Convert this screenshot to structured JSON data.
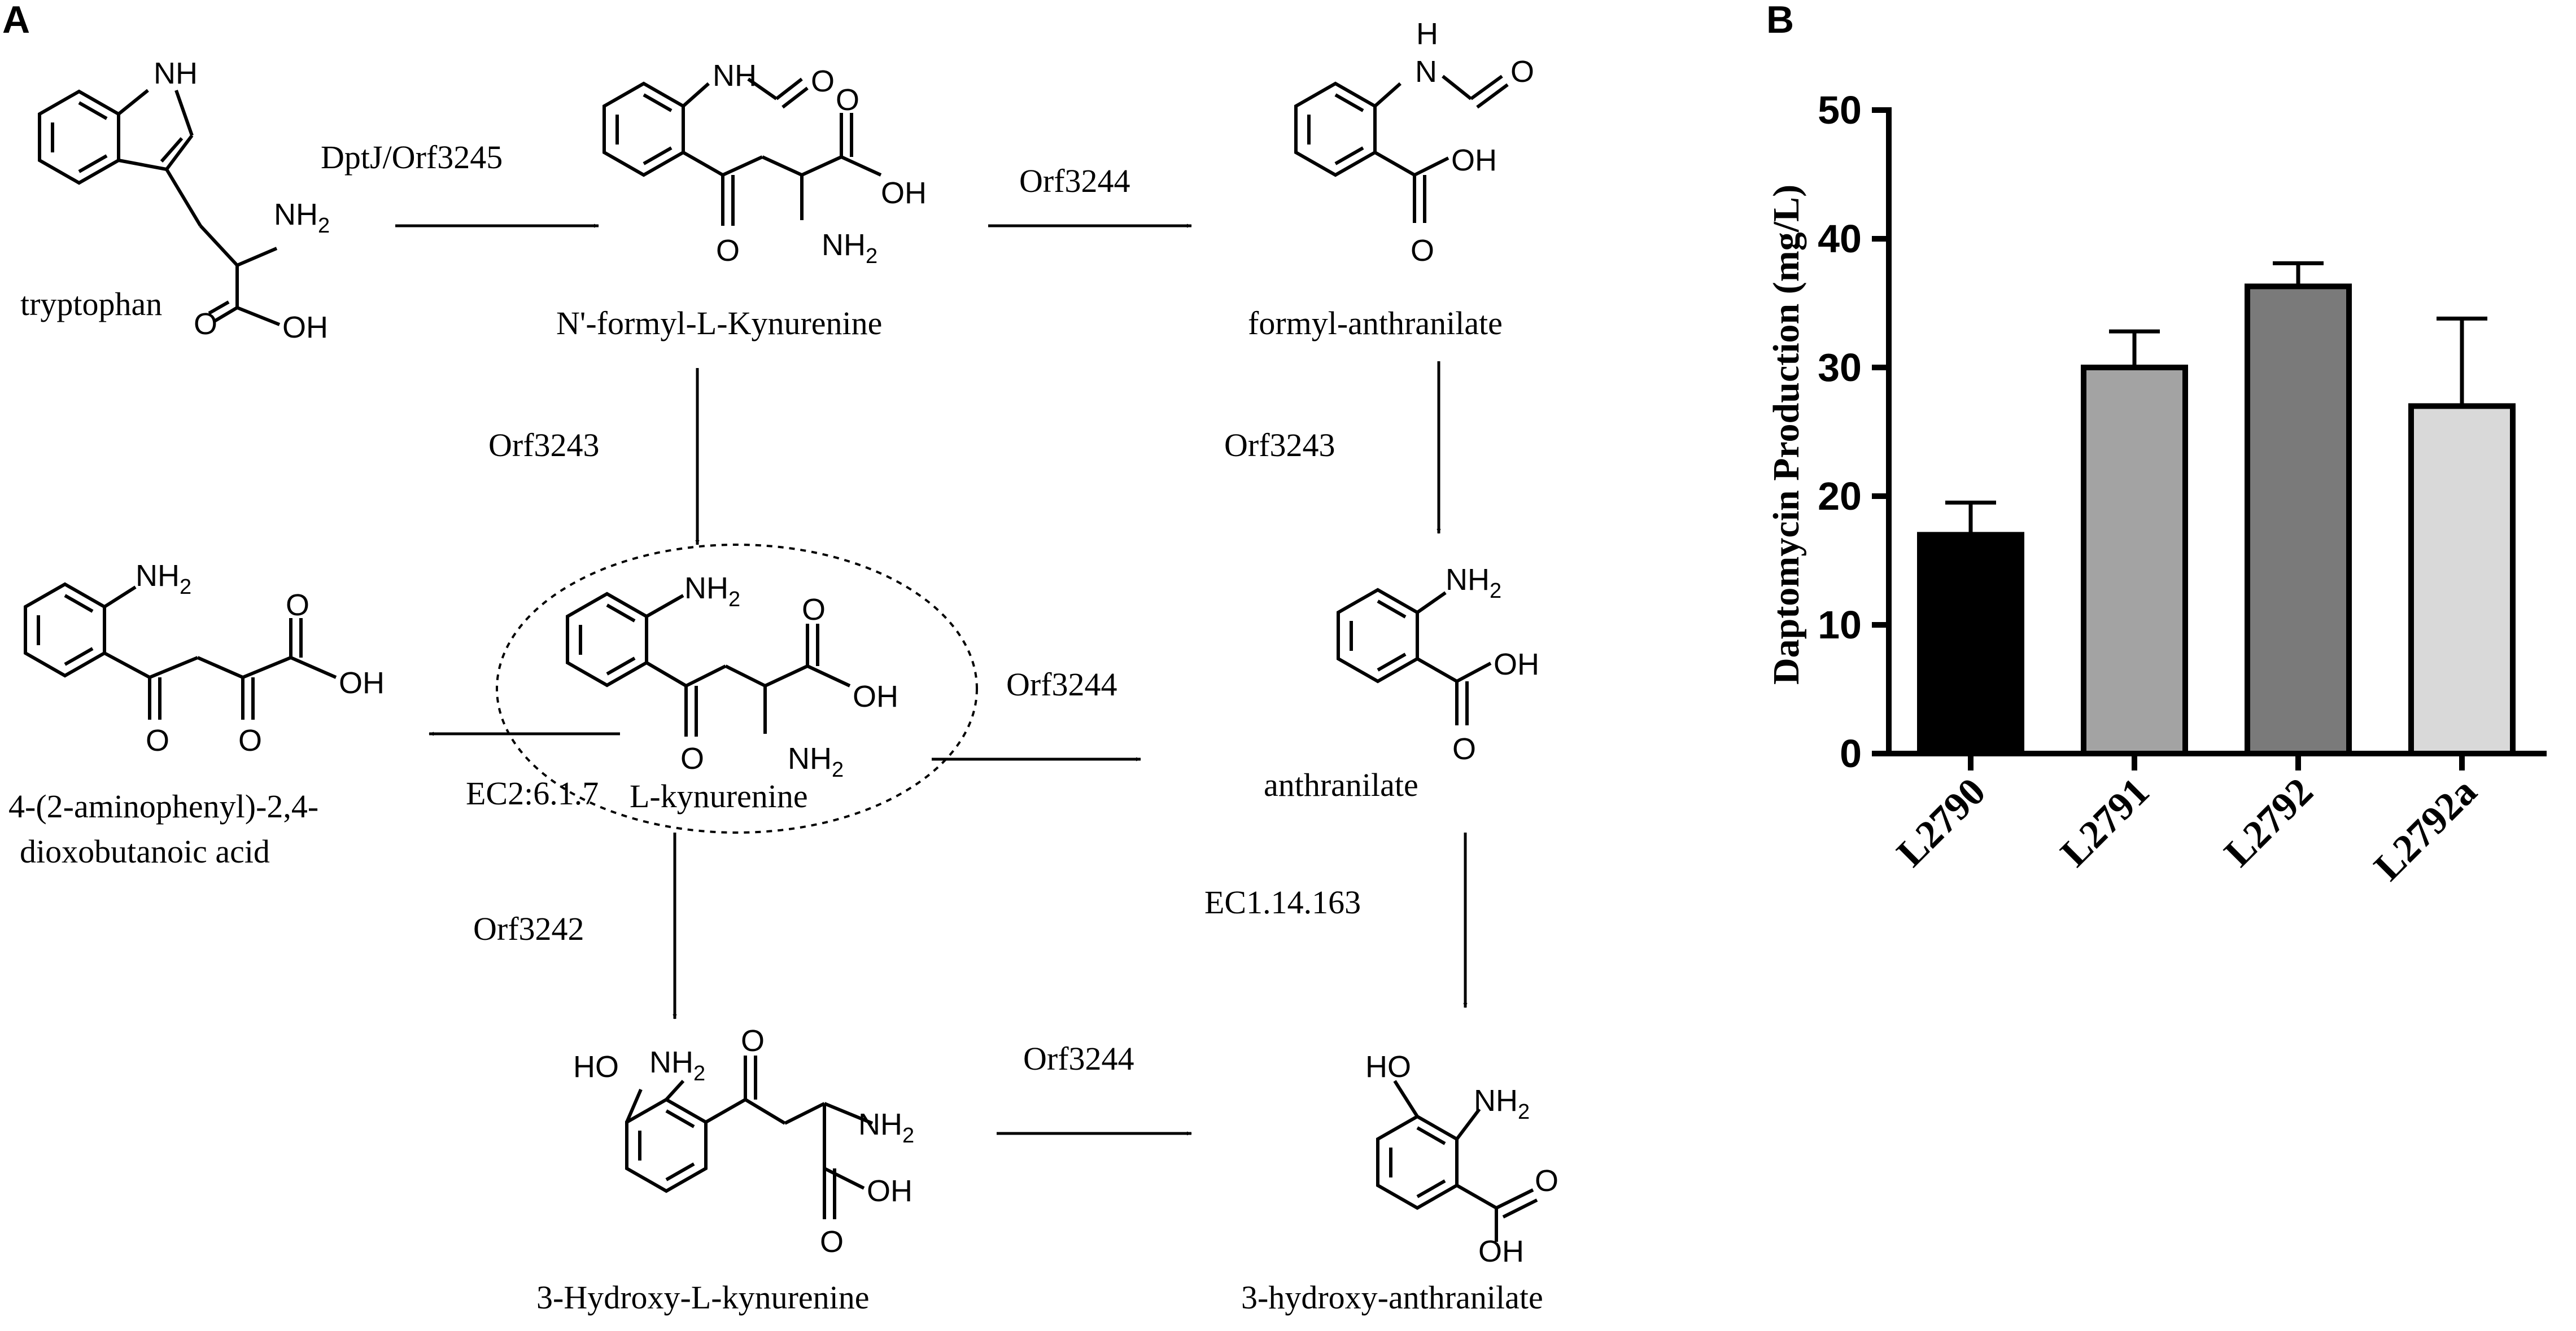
{
  "panel_a": {
    "label": "A",
    "atoms": {
      "nh": "NH",
      "n_h": "N",
      "h": "H",
      "nh2": "NH2",
      "o": "O",
      "oh": "OH",
      "ho": "HO",
      "h_sub": "H",
      "two_sub": "2"
    },
    "compounds": {
      "tryptophan": "tryptophan",
      "formyl_kynurenine": "N'-formyl-L-Kynurenine",
      "formyl_anthranilate": "formyl-anthranilate",
      "aminophenyl_dioxo_line1": "4-(2-aminophenyl)-2,4-",
      "aminophenyl_dioxo_line2": "dioxobutanoic acid",
      "l_kynurenine": "L-kynurenine",
      "anthranilate": "anthranilate",
      "hydroxy_kynurenine": "3-Hydroxy-L-kynurenine",
      "hydroxy_anthranilate": "3-hydroxy-anthranilate"
    },
    "enzymes": {
      "dptj": "DptJ/Orf3245",
      "orf3244_top": "Orf3244",
      "orf3243_left": "Orf3243",
      "orf3243_right": "Orf3243",
      "orf3244_mid": "Orf3244",
      "ec2617": "EC2:6.1.7",
      "orf3242": "Orf3242",
      "ec114163": "EC1.14.163",
      "orf3244_bottom": "Orf3244"
    }
  },
  "chart_data": {
    "type": "bar",
    "panel_label": "B",
    "categories": [
      "L2790",
      "L2791",
      "L2792",
      "L2792a"
    ],
    "values": [
      17,
      30,
      36.3,
      27
    ],
    "errors": [
      2.5,
      2.8,
      1.8,
      6.8
    ],
    "colors": [
      "#000000",
      "#a3a3a3",
      "#7a7a7a",
      "#d9d9d9"
    ],
    "ylabel": "Daptomycin Production (mg/L)",
    "ylim": [
      0,
      50
    ],
    "yticks": [
      0,
      10,
      20,
      30,
      40,
      50
    ],
    "grid": false,
    "legend": "none"
  }
}
